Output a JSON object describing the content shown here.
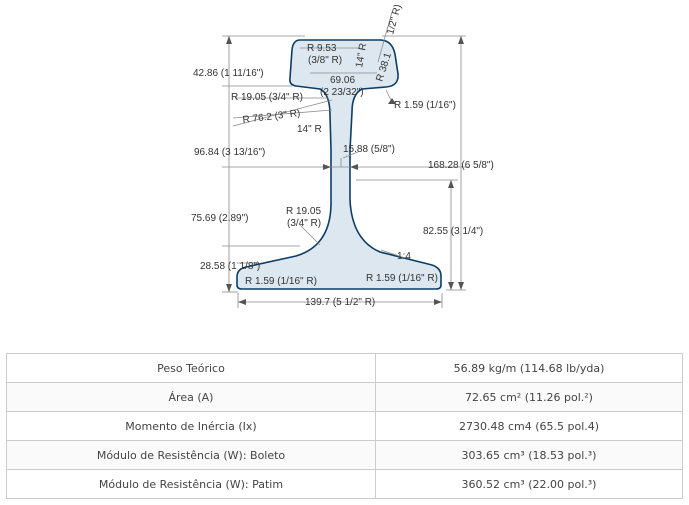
{
  "profile": {
    "fill_color": "#dde7f0",
    "outline_color": "#0b3d67",
    "dimension_color": "#777777"
  },
  "dimensions": {
    "head_top_radius": "R 9.53",
    "head_top_radius_in": "(3/8\" R)",
    "corner_radius_half": "1/2\" R)",
    "head_side_radius": "R 38.1",
    "head_side_14r": "14\" R",
    "head_height": "42.86 (1 11/16\")",
    "head_width": "69.06",
    "head_width_in": "(2 23/32\")",
    "fillet_upper": "R 19.05 (3/4\" R)",
    "head_fillet": "R 1.59 (1/16\")",
    "web_radius": "R 76.2 (3\" R)",
    "web_14r": "14\" R",
    "neutral_height": "96.84 (3 13/16\")",
    "web_thickness": "15.88 (5/8\")",
    "total_height": "168.28 (6 5/8\")",
    "web_lower_height": "75.69 (2.89\")",
    "fillet_lower": "R 19.05",
    "fillet_lower_in": "(3/4\" R)",
    "base_to_head": "82.55 (3 1/4\")",
    "slope": "1:4",
    "base_height": "28.58 (1 1/8\")",
    "foot_radius_left": "R 1.59 (1/16\" R)",
    "foot_radius_right": "R 1.59 (1/16\" R)",
    "base_width": "139.7 (5 1/2\" R)"
  },
  "specs": [
    {
      "label": "Peso Teórico",
      "value": "56.89 kg/m (114.68 lb/yda)"
    },
    {
      "label": "Área (A)",
      "value": "72.65 cm² (11.26 pol.²)"
    },
    {
      "label": "Momento de Inércia (Ix)",
      "value": "2730.48 cm4 (65.5 pol.4)"
    },
    {
      "label": "Módulo de Resistência (W): Boleto",
      "value": "303.65 cm³ (18.53 pol.³)"
    },
    {
      "label": "Módulo de Resistência (W): Patim",
      "value": "360.52 cm³ (22.00 pol.³)"
    }
  ]
}
